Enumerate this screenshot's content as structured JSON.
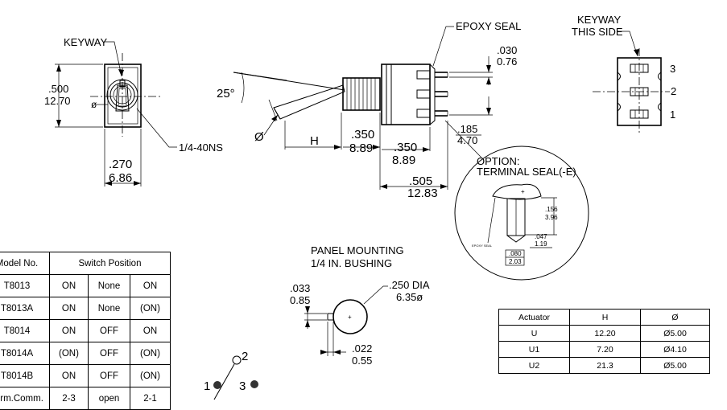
{
  "top_view": {
    "keyway": "KEYWAY",
    "height_in": ".500",
    "height_mm": "12.70",
    "phi": "ø",
    "thread": "1/4-40NS",
    "width_in": ".270",
    "width_mm": "6.86"
  },
  "side_view": {
    "angle": "25°",
    "phi": "Ø",
    "h_label": "H",
    "bushing_in": ".350",
    "bushing_mm": "8.89",
    "body_in": ".350",
    "body_mm": "8.89",
    "total_in": ".505",
    "total_mm": "12.83",
    "epoxy_seal": "EPOXY  SEAL",
    "terminal_in": ".030",
    "terminal_mm": "0.76",
    "spacing_in": ".185",
    "spacing_mm": "4.70"
  },
  "end_view": {
    "keyway_line1": "KEYWAY",
    "keyway_line2": "THIS SIDE",
    "pin3": "3",
    "pin2": "2",
    "pin1": "1"
  },
  "option_detail": {
    "line1": "OPTION:",
    "line2": "TERMINAL  SEAL(-E)",
    "dim1_in": ".156",
    "dim1_mm": "3.96",
    "dim2_in": ".047",
    "dim2_mm": "1.19",
    "dim3_in": ".080",
    "dim3_mm": "2.03",
    "epoxy_small": "EPOXY SEAL"
  },
  "panel_mounting": {
    "title_line1": "PANEL  MOUNTING",
    "title_line2": "1/4  IN.  BUSHING",
    "dia_in": ".250  DIA",
    "dia_mm": "6.35ø",
    "flat_in": ".033",
    "flat_mm": "0.85",
    "key_in": ".022",
    "key_mm": "0.55"
  },
  "schematic": {
    "pin1": "1",
    "pin2": "2",
    "pin3": "3"
  },
  "switch_table": {
    "header": [
      "Model No.",
      "Switch Position"
    ],
    "rows": [
      [
        "T8013",
        "ON",
        "None",
        "ON"
      ],
      [
        "T8013A",
        "ON",
        "None",
        "(ON)"
      ],
      [
        "T8014",
        "ON",
        "OFF",
        "ON"
      ],
      [
        "T8014A",
        "(ON)",
        "OFF",
        "(ON)"
      ],
      [
        "T8014B",
        "ON",
        "OFF",
        "(ON)"
      ],
      [
        "Term.Comm.",
        "2-3",
        "open",
        "2-1"
      ]
    ]
  },
  "actuator_table": {
    "header": [
      "Actuator",
      "H",
      "Ø"
    ],
    "rows": [
      [
        "U",
        "12.20",
        "Ø5.00"
      ],
      [
        "U1",
        "7.20",
        "Ø4.10"
      ],
      [
        "U2",
        "21.3",
        "Ø5.00"
      ]
    ]
  }
}
